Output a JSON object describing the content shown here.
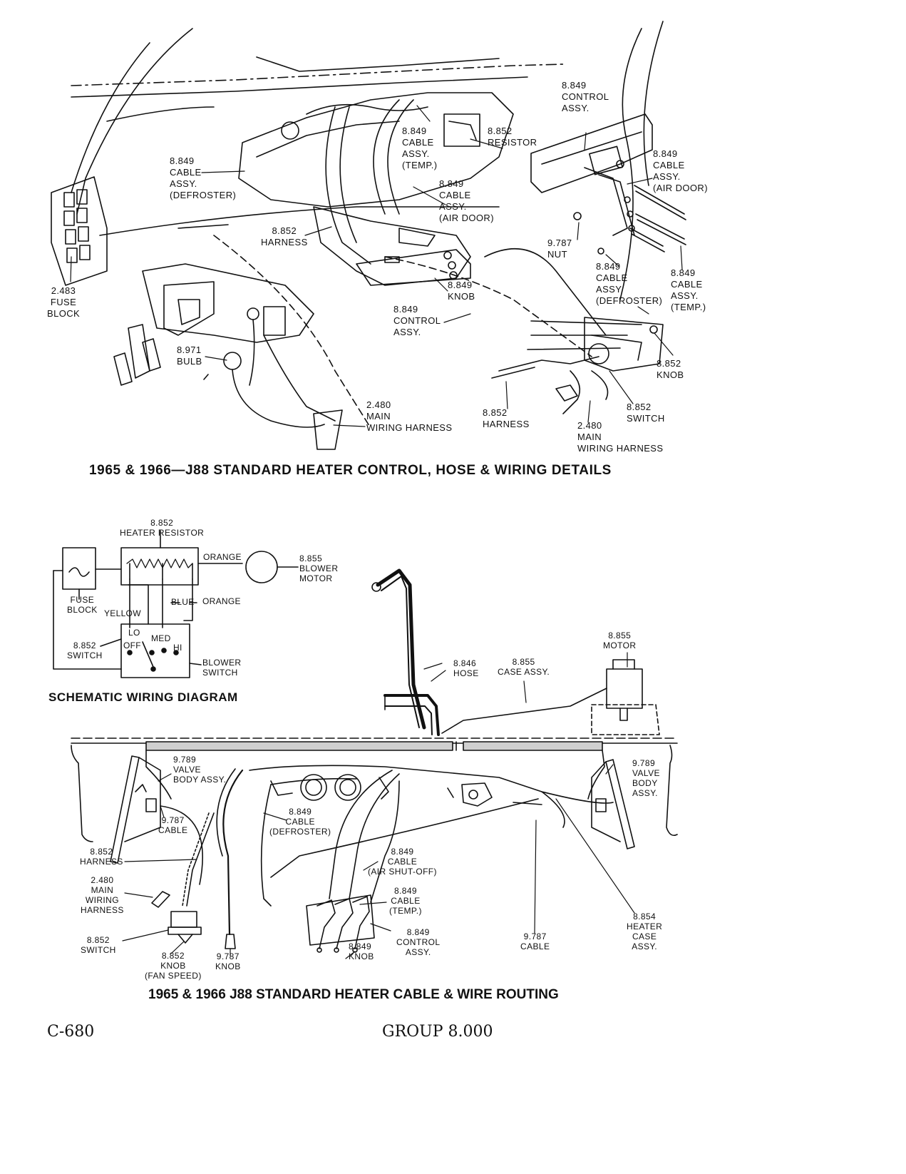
{
  "top_figure": {
    "caption": "1965 & 1966—J88 STANDARD HEATER CONTROL, HOSE & WIRING DETAILS",
    "labels": {
      "fuse_block": [
        "2.483",
        "FUSE",
        "BLOCK"
      ],
      "cable_defroster": [
        "8.849",
        "CABLE",
        "ASSY.",
        "(DEFROSTER)"
      ],
      "harness": [
        "8.852",
        "HARNESS"
      ],
      "cable_temp": [
        "8.849",
        "CABLE",
        "ASSY.",
        "(TEMP.)"
      ],
      "resistor": [
        "8.852",
        "RESISTOR"
      ],
      "cable_air_door": [
        "8.849",
        "CABLE",
        "ASSY.",
        "(AIR DOOR)"
      ],
      "knob": [
        "8.849",
        "KNOB"
      ],
      "control_assy": [
        "8.849",
        "CONTROL",
        "ASSY."
      ],
      "bulb": [
        "8.971",
        "BULB"
      ],
      "main_wiring_harness": [
        "2.480",
        "MAIN",
        "WIRING HARNESS"
      ],
      "right_control_assy": [
        "8.849",
        "CONTROL",
        "ASSY."
      ],
      "right_cable_air_door": [
        "8.849",
        "CABLE",
        "ASSY.",
        "(AIR DOOR)"
      ],
      "nut": [
        "9.787",
        "NUT"
      ],
      "right_cable_defroster": [
        "8.849",
        "CABLE",
        "ASSY.",
        "(DEFROSTER)"
      ],
      "right_cable_temp": [
        "8.849",
        "CABLE",
        "ASSY.",
        "(TEMP.)"
      ],
      "right_knob": [
        "8.852",
        "KNOB"
      ],
      "right_harness": [
        "8.852",
        "HARNESS"
      ],
      "switch": [
        "8.852",
        "SWITCH"
      ],
      "right_main_wiring_harness": [
        "2.480",
        "MAIN",
        "WIRING HARNESS"
      ]
    }
  },
  "schematic": {
    "title": "SCHEMATIC WIRING DIAGRAM",
    "heater_resistor": [
      "8.852",
      "HEATER RESISTOR"
    ],
    "blower_motor": [
      "8.855",
      "BLOWER",
      "MOTOR"
    ],
    "fuse_block": [
      "FUSE",
      "BLOCK"
    ],
    "switch": [
      "8.852",
      "SWITCH"
    ],
    "blower_switch": [
      "BLOWER",
      "SWITCH"
    ],
    "wires": {
      "orange_top": "ORANGE",
      "orange": "ORANGE",
      "blue": "BLUE",
      "yellow": "YELLOW"
    },
    "positions": {
      "lo": "LO",
      "off": "OFF",
      "med": "MED",
      "hi": "HI"
    }
  },
  "bottom_figure": {
    "caption": "1965 & 1966  J88 STANDARD HEATER CABLE & WIRE ROUTING",
    "labels": {
      "hose": [
        "8.846",
        "HOSE"
      ],
      "case_assy": [
        "8.855",
        "CASE ASSY."
      ],
      "motor": [
        "8.855",
        "MOTOR"
      ],
      "left_valve": [
        "9.789",
        "VALVE",
        "BODY ASSY."
      ],
      "right_valve": [
        "9.789",
        "VALVE",
        "BODY",
        "ASSY."
      ],
      "left_cable": [
        "9.787",
        "CABLE"
      ],
      "cable_defroster": [
        "8.849",
        "CABLE",
        "(DEFROSTER)"
      ],
      "harness": [
        "8.852",
        "HARNESS"
      ],
      "cable_air_shutoff": [
        "8.849",
        "CABLE",
        "(AIR SHUT-OFF)"
      ],
      "main_wiring_harness": [
        "2.480",
        "MAIN",
        "WIRING",
        "HARNESS"
      ],
      "cable_temp": [
        "8.849",
        "CABLE",
        "(TEMP.)"
      ],
      "heater_case": [
        "8.854",
        "HEATER",
        "CASE",
        "ASSY."
      ],
      "control_assy": [
        "8.849",
        "CONTROL",
        "ASSY."
      ],
      "right_cable": [
        "9.787",
        "CABLE"
      ],
      "switch": [
        "8.852",
        "SWITCH"
      ],
      "knob_fan": [
        "8.852",
        "KNOB",
        "(FAN SPEED)"
      ],
      "knob_cable": [
        "9.787",
        "KNOB"
      ],
      "knob_control": [
        "8.849",
        "KNOB"
      ]
    }
  },
  "footer": {
    "page": "C-680",
    "group": "GROUP 8.000"
  }
}
